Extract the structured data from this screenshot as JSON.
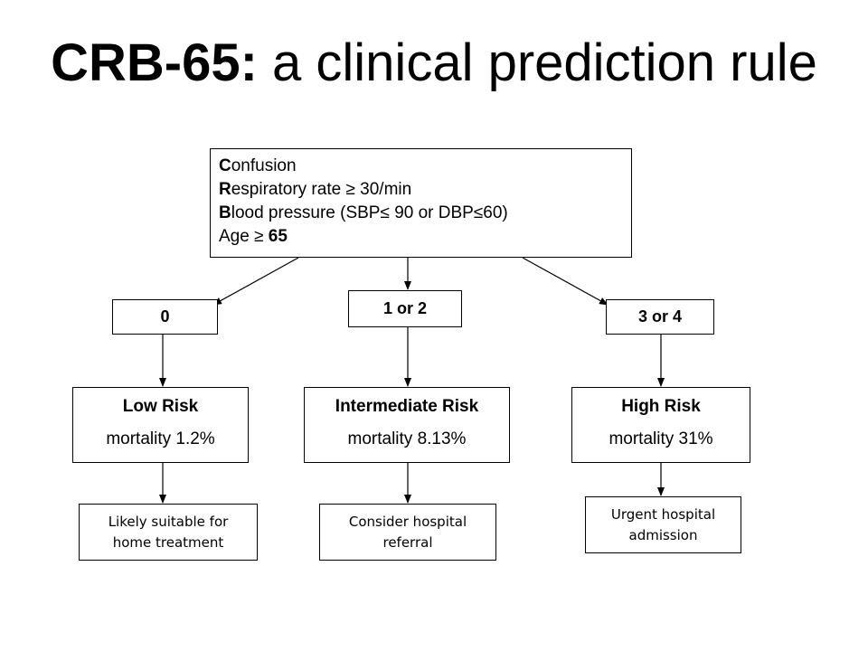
{
  "title": {
    "bold": "CRB-65:",
    "rest": " a clinical prediction rule"
  },
  "criteria": [
    {
      "initial": "C",
      "text": "onfusion"
    },
    {
      "initial": "R",
      "text": "espiratory rate ≥ 30/min"
    },
    {
      "initial": "B",
      "text": "lood pressure (SBP≤ 90 or DBP≤60)"
    },
    {
      "initial": "",
      "text": "Age ≥ ",
      "bold_tail": "65"
    }
  ],
  "scores": {
    "low": "0",
    "mid": "1 or 2",
    "high": "3 or 4"
  },
  "risks": {
    "low": {
      "label": "Low Risk",
      "mortality": "mortality 1.2%"
    },
    "mid": {
      "label": "Intermediate Risk",
      "mortality": "mortality 8.13%"
    },
    "high": {
      "label": "High Risk",
      "mortality": "mortality 31%"
    }
  },
  "actions": {
    "low": {
      "line1": "Likely suitable for",
      "line2": "home treatment"
    },
    "mid": {
      "line1": "Consider hospital",
      "line2": "referral"
    },
    "high": {
      "line1": "Urgent hospital",
      "line2": "admission"
    }
  }
}
